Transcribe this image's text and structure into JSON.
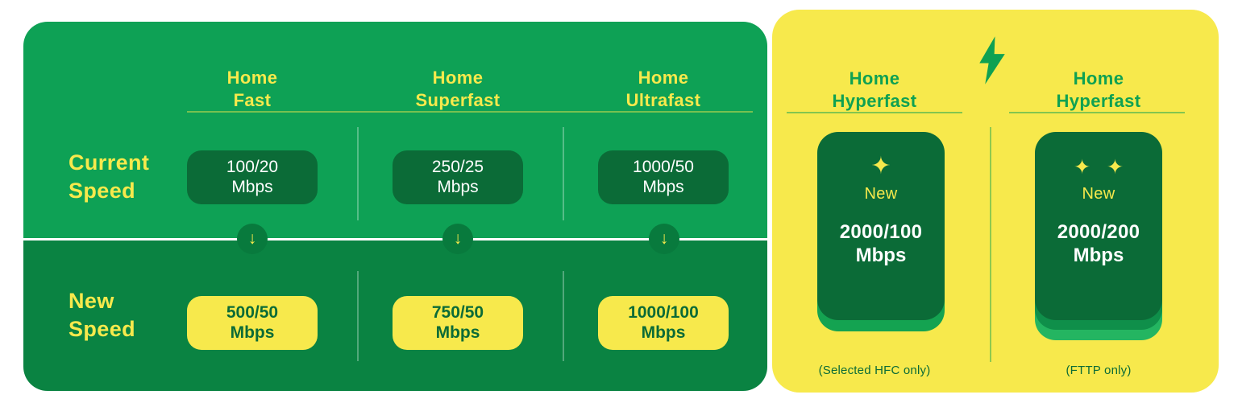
{
  "title": "Internet plan speed upgrade comparison",
  "colors": {
    "top_panel_green": "#0EA155",
    "bottom_panel_green": "#0A8342",
    "dark_box_green": "#0B6B37",
    "arrow_circle_green": "#087A3D",
    "yellow": "#F7E94C",
    "accent_green": "#0FA152",
    "card_layer_green": "#14A351",
    "card_layer_bright_green": "#24B561",
    "white": "#FFFFFF"
  },
  "speed_table": {
    "current_row_label": "Current\nSpeed",
    "new_row_label": "New\nSpeed",
    "arrow_glyph": "↓",
    "columns": [
      {
        "name": "Home\nFast",
        "current_value": "100/20",
        "current_unit": "Mbps",
        "new_value": "500/50",
        "new_unit": "Mbps"
      },
      {
        "name": "Home\nSuperfast",
        "current_value": "250/25",
        "current_unit": "Mbps",
        "new_value": "750/50",
        "new_unit": "Mbps"
      },
      {
        "name": "Home\nUltrafast",
        "current_value": "1000/50",
        "current_unit": "Mbps",
        "new_value": "1000/100",
        "new_unit": "Mbps"
      }
    ]
  },
  "hyperfast_panel": {
    "columns": [
      {
        "name": "Home\nHyperfast",
        "sparkles": "✦",
        "badge": "New",
        "value": "2000/100",
        "unit": "Mbps",
        "note": "(Selected HFC only)"
      },
      {
        "name": "Home\nHyperfast",
        "sparkles": "✦ ✦",
        "badge": "New",
        "value": "2000/200",
        "unit": "Mbps",
        "note": "(FTTP only)"
      }
    ]
  }
}
